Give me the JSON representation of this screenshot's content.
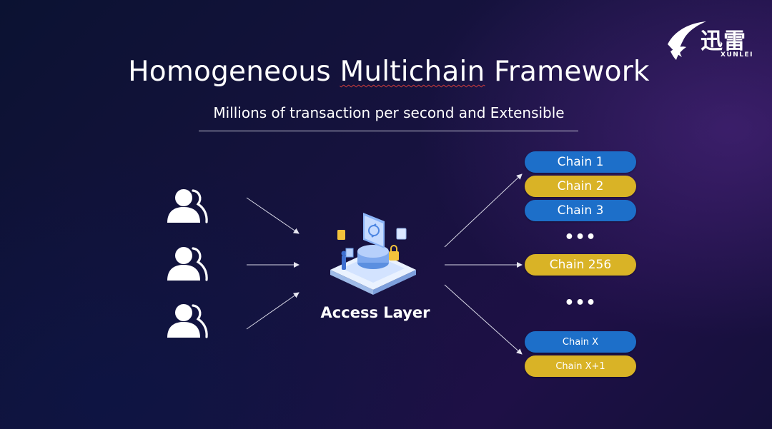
{
  "slide": {
    "title_before": "Homogeneous ",
    "title_underlined": "Multichain",
    "title_after": " Framework",
    "subtitle": "Millions of transaction per second and Extensible"
  },
  "logo": {
    "chinese": "迅雷",
    "english": "XUNLEI"
  },
  "diagram": {
    "users": [
      "user-icon",
      "user-icon",
      "user-icon"
    ],
    "center_label": "Access Layer",
    "center_icon": "isometric-platform-icon",
    "chains": [
      {
        "label": "Chain 1",
        "color": "blue"
      },
      {
        "label": "Chain 2",
        "color": "gold"
      },
      {
        "label": "Chain 3",
        "color": "blue"
      },
      {
        "label": "Chain 256",
        "color": "gold"
      },
      {
        "label": "Chain X",
        "color": "blue"
      },
      {
        "label": "Chain X+1",
        "color": "gold"
      }
    ],
    "ellipsis_top": "•••",
    "ellipsis_bottom": "•••"
  },
  "colors": {
    "chain_blue": "#1d6fc9",
    "chain_gold": "#d9b326",
    "background": "#15113c",
    "text": "#ffffff"
  }
}
